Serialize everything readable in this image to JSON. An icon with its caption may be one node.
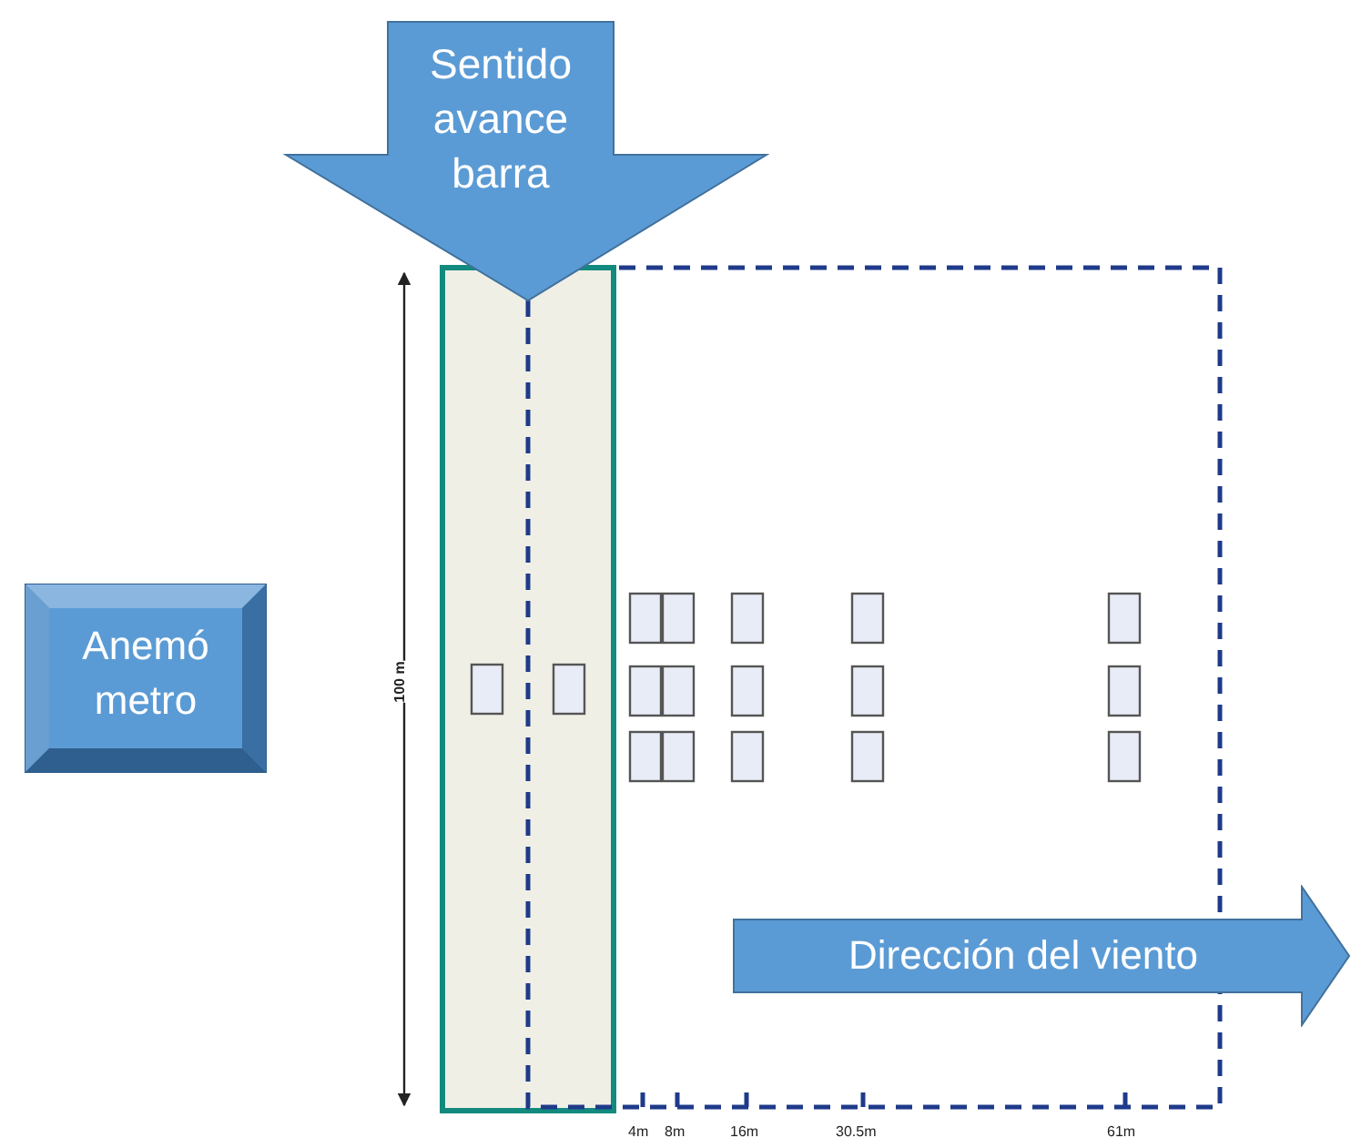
{
  "diagram": {
    "nodes": [
      {
        "text": [
          "Sentido avance barra"
        ]
      },
      {
        "text": [
          "Anemó metro"
        ]
      },
      {
        "text": [
          "Dirección del viento"
        ]
      }
    ],
    "labels": [
      "100 m",
      "4m",
      "8m",
      "16m",
      "30.5m",
      "61m"
    ]
  }
}
